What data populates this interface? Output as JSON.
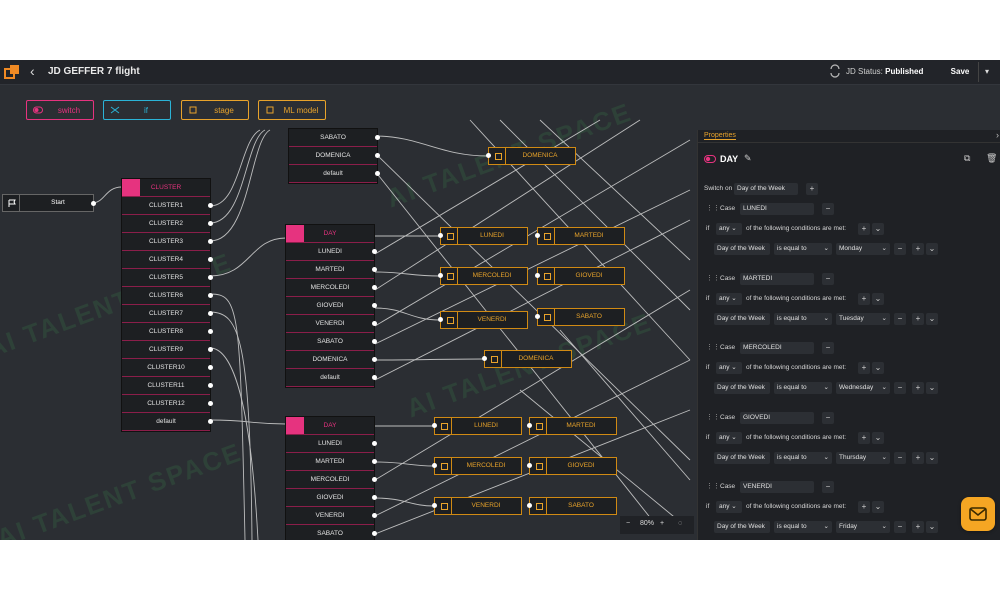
{
  "header": {
    "title": "JD GEFFER 7 flight",
    "status_label": "JD Status:",
    "status_value": "Published",
    "save_label": "Save"
  },
  "toolbar": [
    {
      "label": "switch",
      "icon": "switch-icon",
      "color": "#e6337f"
    },
    {
      "label": "if",
      "icon": "shuffle-icon",
      "color": "#2bb3d6"
    },
    {
      "label": "stage",
      "icon": "square-icon",
      "color": "#e8a32b"
    },
    {
      "label": "ML model",
      "icon": "square-icon",
      "color": "#e8a32b"
    }
  ],
  "start_node": {
    "label": "Start"
  },
  "cluster_node": {
    "header": "CLUSTER",
    "items": [
      "CLUSTER1",
      "CLUSTER2",
      "CLUSTER3",
      "CLUSTER4",
      "CLUSTER5",
      "CLUSTER6",
      "CLUSTER7",
      "CLUSTER8",
      "CLUSTER9",
      "CLUSTER10",
      "CLUSTER11",
      "CLUSTER12",
      "default"
    ]
  },
  "top_node": {
    "items": [
      "SABATO",
      "DOMENICA",
      "default"
    ]
  },
  "day_node_1": {
    "header": "DAY",
    "items": [
      "LUNEDI",
      "MARTEDI",
      "MERCOLEDI",
      "GIOVEDI",
      "VENERDI",
      "SABATO",
      "DOMENICA",
      "default"
    ]
  },
  "day_node_2": {
    "header": "DAY",
    "items": [
      "LUNEDI",
      "MARTEDI",
      "MERCOLEDI",
      "GIOVEDI",
      "VENERDI",
      "SABATO"
    ]
  },
  "stage_nodes": [
    {
      "label": "DOMENICA"
    },
    {
      "label": "LUNEDI"
    },
    {
      "label": "MARTEDI"
    },
    {
      "label": "MERCOLEDI"
    },
    {
      "label": "GIOVEDI"
    },
    {
      "label": "VENERDI"
    },
    {
      "label": "SABATO"
    },
    {
      "label": "DOMENICA"
    },
    {
      "label": "LUNEDI"
    },
    {
      "label": "MARTEDI"
    },
    {
      "label": "MERCOLEDI"
    },
    {
      "label": "GIOVEDI"
    },
    {
      "label": "VENERDI"
    },
    {
      "label": "SABATO"
    }
  ],
  "zoom": {
    "minus": "−",
    "value": "80%",
    "plus": "+"
  },
  "properties": {
    "tab": "Properties",
    "title": "DAY",
    "switch_on_label": "Switch on",
    "switch_on_value": "Day of the Week",
    "case_label": "Case",
    "if_label": "if",
    "any_value": "any",
    "condition_text": "of the following conditions are met:",
    "field_value": "Day of the Week",
    "operator_value": "is equal to",
    "cases": [
      {
        "name": "LUNEDI",
        "value": "Monday"
      },
      {
        "name": "MARTEDI",
        "value": "Tuesday"
      },
      {
        "name": "MERCOLEDI",
        "value": "Wednesday"
      },
      {
        "name": "GIOVEDI",
        "value": "Thursday"
      },
      {
        "name": "VENERDI",
        "value": "Friday"
      }
    ]
  },
  "watermark": "AI TALENT SPACE"
}
